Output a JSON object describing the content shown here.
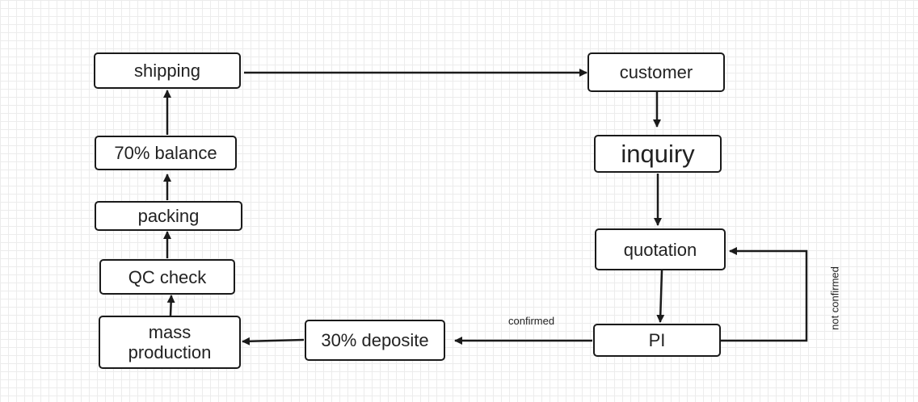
{
  "nodes": {
    "shipping": "shipping",
    "balance": "70% balance",
    "packing": "packing",
    "qc_check": "QC check",
    "mass_production": "mass\nproduction",
    "deposit": "30% deposite",
    "customer": "customer",
    "inquiry": "inquiry",
    "quotation": "quotation",
    "pi": "PI"
  },
  "edge_labels": {
    "confirmed": "confirmed",
    "not_confirmed": "not confirmed"
  },
  "colors": {
    "line": "#1a1a1a",
    "grid": "#ececec"
  }
}
